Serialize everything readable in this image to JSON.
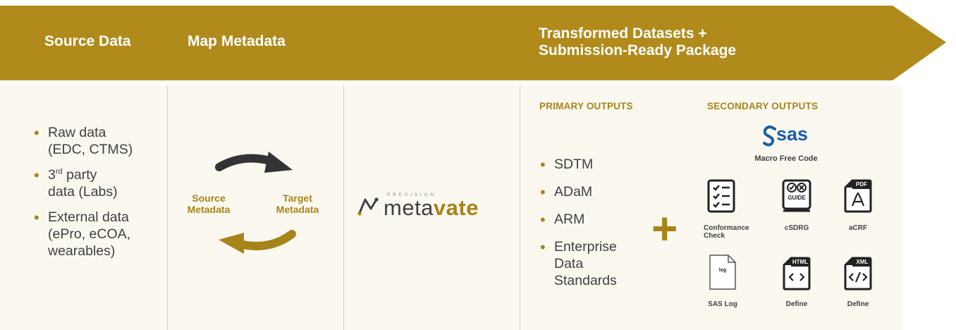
{
  "header": {
    "source_data": "Source Data",
    "map_metadata": "Map Metadata",
    "transformed_line1": "Transformed Datasets +",
    "transformed_line2": "Submission-Ready Package"
  },
  "source": {
    "items": [
      {
        "line1": "Raw data",
        "line2": "(EDC, CTMS)"
      },
      {
        "line1_pre": "3",
        "line1_sup": "rd",
        "line1_post": " party",
        "line2": "data (Labs)"
      },
      {
        "line1": "External data",
        "line2": "(ePro, eCOA,",
        "line3": "wearables)"
      }
    ]
  },
  "map": {
    "source_line1": "Source",
    "source_line2": "Metadata",
    "target_line1": "Target",
    "target_line2": "Metadata"
  },
  "brand": {
    "tagline": "PRECISION",
    "name_part1": "meta",
    "name_part2": "vate"
  },
  "outputs": {
    "primary_heading": "PRIMARY OUTPUTS",
    "secondary_heading": "SECONDARY OUTPUTS",
    "primary_items": [
      "SDTM",
      "ADaM",
      "ARM"
    ],
    "primary_last_line1": "Enterprise",
    "primary_last_line2": "Data",
    "primary_last_line3": "Standards",
    "plus_sign": "+",
    "sas_logo_text": "sas",
    "sas_caption": "Macro Free Code",
    "icons": {
      "conformance_line1": "Conformance",
      "conformance_line2": "Check",
      "guide_badge": "GUIDE",
      "csdrg": "cSDRG",
      "pdf_badge": "PDF",
      "acrf": "aCRF",
      "log_badge": "log",
      "sas_log": "SAS Log",
      "html_badge": "HTML",
      "define_html": "Define",
      "xml_badge": "XML",
      "define_xml": "Define"
    }
  },
  "colors": {
    "gold": "#a7841a",
    "text_gray": "#404040",
    "panel_bg": "#fbf8f0",
    "sas_blue": "#1a5ea9"
  }
}
